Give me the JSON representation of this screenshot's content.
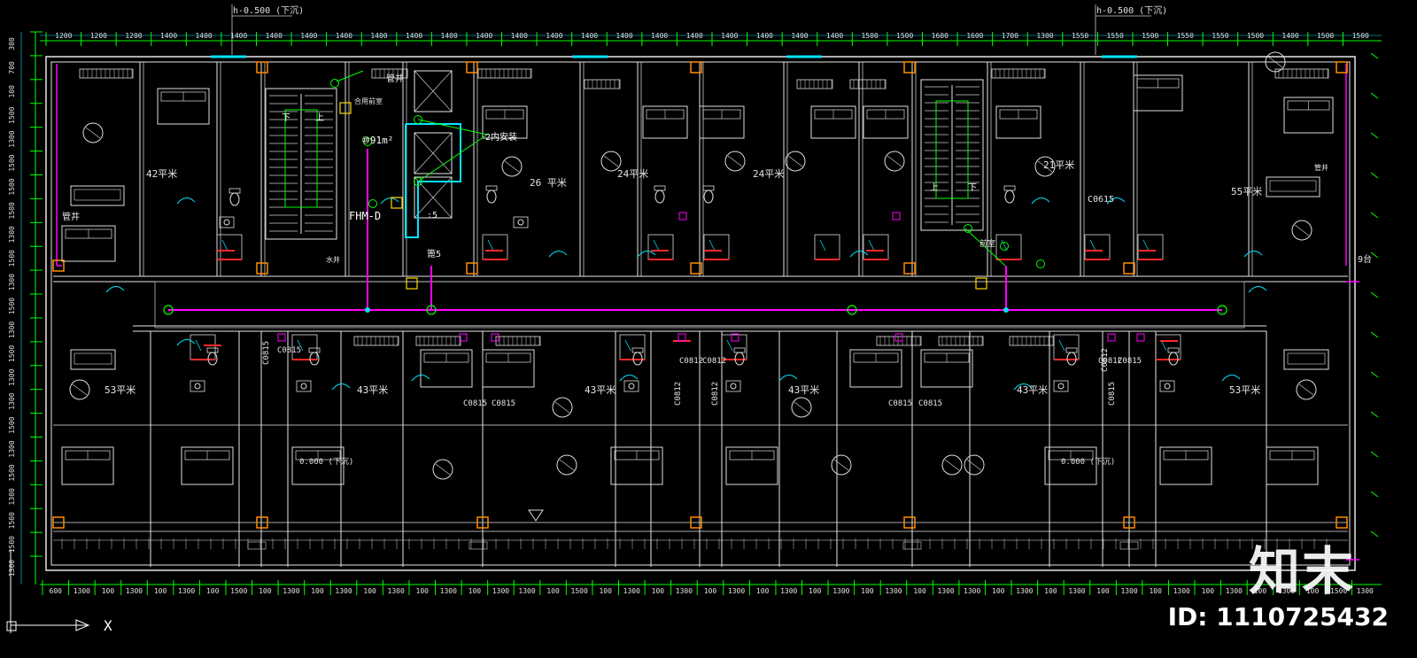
{
  "drawing": {
    "elev_top_left": "h-0.500 (下沉)",
    "elev_top_right": "h-0.500 (下沉)",
    "elev_bottom_left": "0.000 (下沉)",
    "elev_bottom_right": "0.000 (下沉)",
    "axis_label": "X",
    "top_dims": [
      "1200",
      "1200",
      "1200",
      "1400",
      "1400",
      "1400",
      "1400",
      "1400",
      "1400",
      "1400",
      "1400",
      "1400",
      "1400",
      "1400",
      "1400",
      "1400",
      "1400",
      "1400",
      "1400",
      "1400",
      "1400",
      "1400",
      "1400",
      "1500",
      "1500",
      "1600",
      "1600",
      "1700",
      "1300",
      "1550",
      "1550",
      "1500",
      "1550",
      "1550",
      "1500",
      "1400",
      "1500",
      "1500"
    ],
    "bottom_dims": [
      "600",
      "1300",
      "100",
      "1300",
      "100",
      "1300",
      "100",
      "1500",
      "100",
      "1300",
      "100",
      "1300",
      "100",
      "1300",
      "100",
      "1300",
      "100",
      "1300",
      "1300",
      "100",
      "1500",
      "100",
      "1300",
      "100",
      "1300",
      "100",
      "1300",
      "100",
      "1300",
      "100",
      "1300",
      "100",
      "1300",
      "100",
      "1300",
      "1300",
      "100",
      "1300",
      "100",
      "1300",
      "100",
      "1300",
      "100",
      "1300",
      "100",
      "1300",
      "100",
      "1300",
      "100",
      "1500",
      "1300"
    ],
    "left_dims": [
      "300",
      "700",
      "100",
      "1500",
      "1300",
      "1500",
      "1500",
      "1500",
      "1300",
      "1500",
      "1300",
      "1500",
      "1300",
      "1500",
      "1300",
      "1300",
      "1500",
      "1300",
      "1500",
      "1300",
      "1500",
      "1500",
      "1300"
    ],
    "room_labels": [
      {
        "text": "42平米"
      },
      {
        "text": "26 平米"
      },
      {
        "text": "24平米"
      },
      {
        "text": "24平米"
      },
      {
        "text": "21平米"
      },
      {
        "text": "55平米"
      },
      {
        "text": "53平米"
      },
      {
        "text": "43平米"
      },
      {
        "text": "43平米"
      },
      {
        "text": "43平米"
      },
      {
        "text": "43平米"
      },
      {
        "text": "53平米"
      }
    ],
    "annotations": [
      {
        "text": "管井"
      },
      {
        "text": "合用前室"
      },
      {
        "text": "⑩91m²"
      },
      {
        "text": "2内安装"
      },
      {
        "text": "FHM-D"
      },
      {
        "text": ":5"
      },
      {
        "text": "篦5"
      },
      {
        "text": "水井"
      },
      {
        "text": "前室"
      },
      {
        "text": "C0615"
      },
      {
        "text": "管井"
      },
      {
        "text": "管井"
      },
      {
        "text": "9台"
      },
      {
        "text": "C0815"
      },
      {
        "text": "C0815"
      },
      {
        "text": "C0815"
      },
      {
        "text": "C0815"
      },
      {
        "text": "C0812"
      },
      {
        "text": "C0812"
      },
      {
        "text": "C0812"
      },
      {
        "text": "C0812"
      },
      {
        "text": "C0815"
      },
      {
        "text": "C0815"
      },
      {
        "text": "C0815"
      },
      {
        "text": "C0812"
      },
      {
        "text": "C0815"
      },
      {
        "text": "C0812"
      }
    ],
    "stair_labels": [
      "下",
      "上",
      "上",
      "下"
    ]
  },
  "watermark": {
    "logo": "知末",
    "id_text": "ID: 1110725432"
  },
  "colors": {
    "background": "#000000",
    "wall": "#e6e6e6",
    "pipe": "#ff00ff",
    "green": "#00ff00",
    "cyan": "#00e5ff",
    "orange": "#ff8c00",
    "yellow": "#ffd700",
    "red": "#ff2a2a"
  }
}
